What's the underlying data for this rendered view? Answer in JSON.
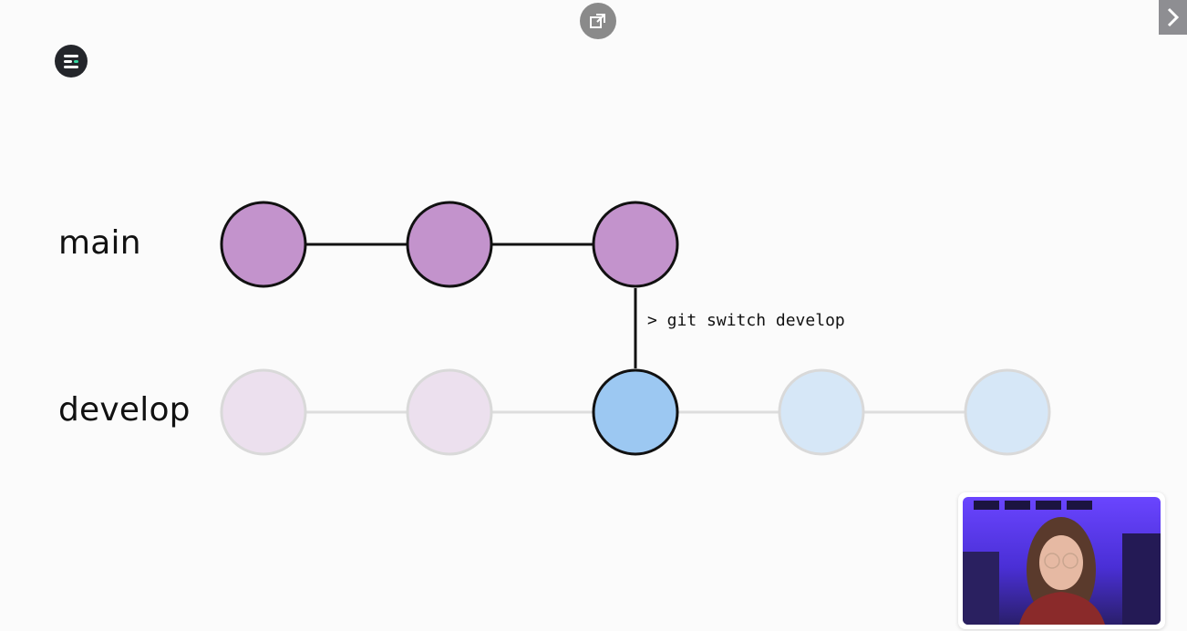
{
  "branches": {
    "main": {
      "label": "main",
      "commits": 3,
      "node_color": "#c393cc",
      "node_stroke": "#111111"
    },
    "develop": {
      "label": "develop",
      "commits": 5,
      "faded_purple": "#ece0ee",
      "faded_blue": "#d6e7f7",
      "active_color": "#9cc8f2",
      "faded_stroke": "#d9d9d9"
    }
  },
  "command": {
    "text": "> git switch develop"
  },
  "icons": {
    "logo": "app-logo-icon",
    "popout": "popout-icon",
    "next": "chevron-right-icon"
  },
  "colors": {
    "background": "#fbfbfb",
    "line_active": "#111111",
    "line_faded": "#dddddd"
  }
}
